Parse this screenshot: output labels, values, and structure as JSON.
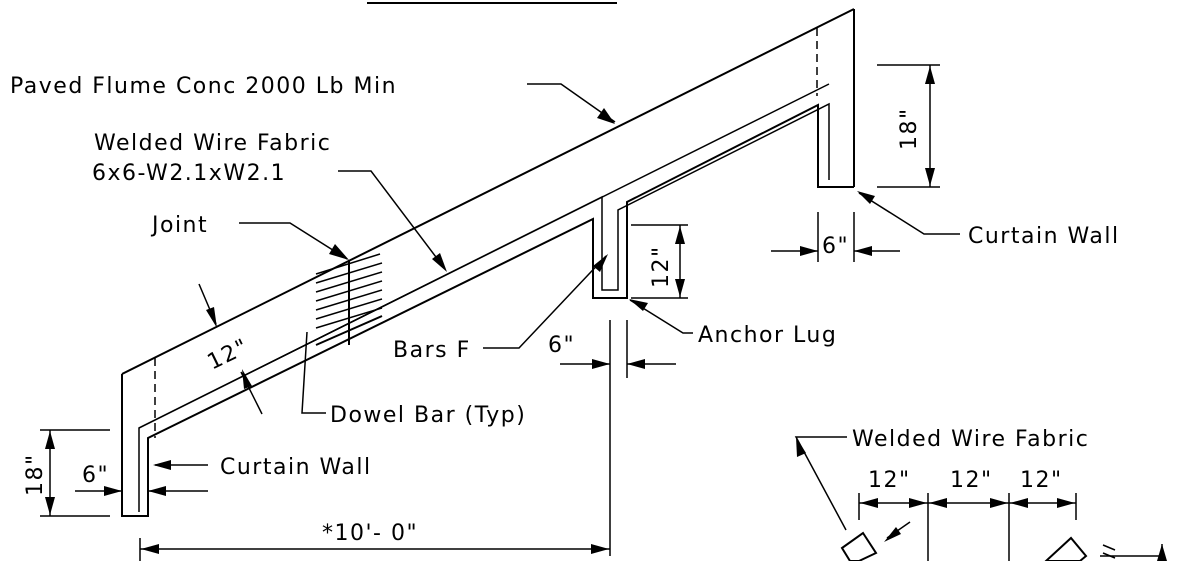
{
  "labels": {
    "paved_flume": "Paved Flume Conc 2000 Lb Min",
    "wwf_line1": "Welded Wire Fabric",
    "wwf_line2": "6x6-W2.1xW2.1",
    "joint": "Joint",
    "curtain_wall_right": "Curtain Wall",
    "curtain_wall_left": "Curtain Wall",
    "anchor_lug": "Anchor Lug",
    "bars_f": "Bars F",
    "dowel_bar": "Dowel Bar (Typ)",
    "wwf_detail": "Welded Wire Fabric"
  },
  "dimensions": {
    "slab_thickness": "12\"",
    "right_wall_height": "18\"",
    "right_wall_width": "6\"",
    "lug_height": "12\"",
    "lug_width": "6\"",
    "left_wall_height": "18\"",
    "left_wall_width": "6\"",
    "overall_length": "*10'- 0\"",
    "detail_spacing": [
      "12\"",
      "12\"",
      "12\""
    ]
  }
}
